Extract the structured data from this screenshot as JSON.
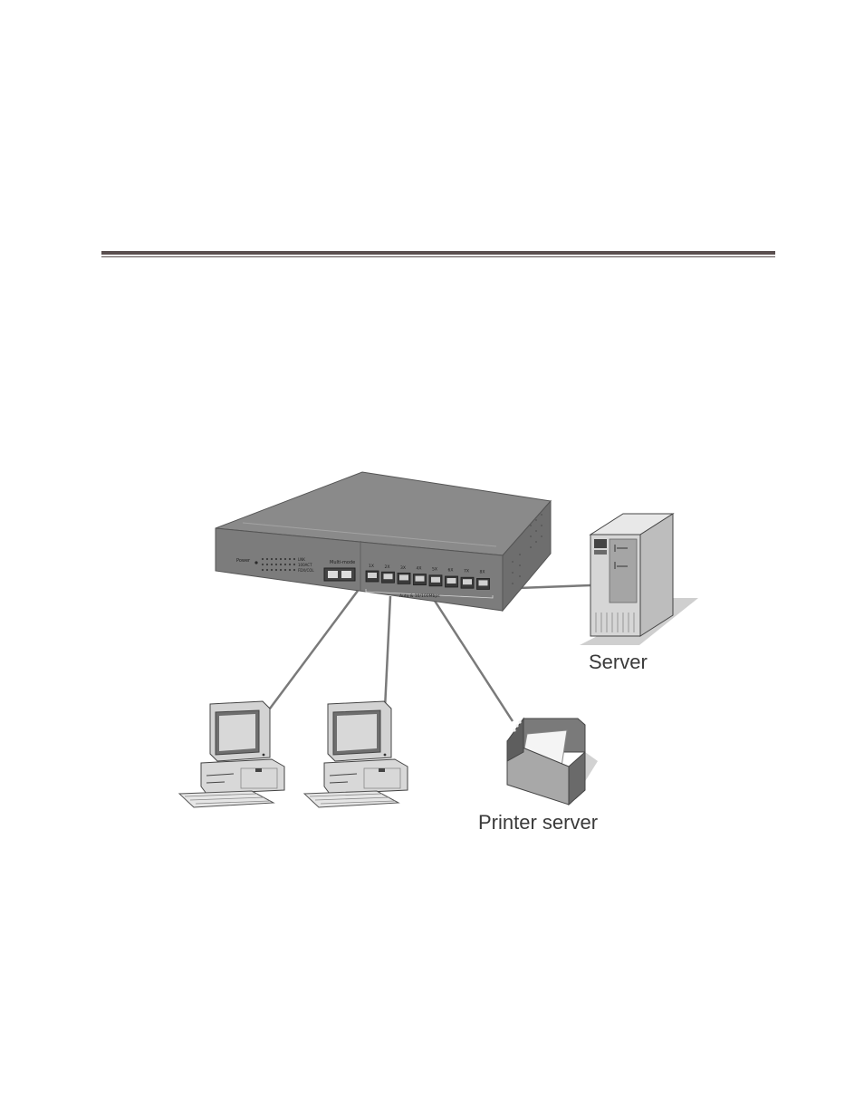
{
  "labels": {
    "server": "Server",
    "printer": "Printer server"
  },
  "switch_panel": {
    "power": "Power",
    "led_rows": [
      "LNK",
      "100ACT",
      "FDX/COL"
    ],
    "fiber_title": "Multi-mode",
    "ports": [
      "1X",
      "2X",
      "3X",
      "4X",
      "5X",
      "6X",
      "7X",
      "8X"
    ],
    "ports_caption": "Auto & 10/100Mbps"
  },
  "colors": {
    "rule": "#5a4f4f",
    "switch_top": "#8a8a8a",
    "switch_front": "#7c7c7c",
    "cable": "#7a7a7a",
    "device_light": "#d6d6d6"
  }
}
